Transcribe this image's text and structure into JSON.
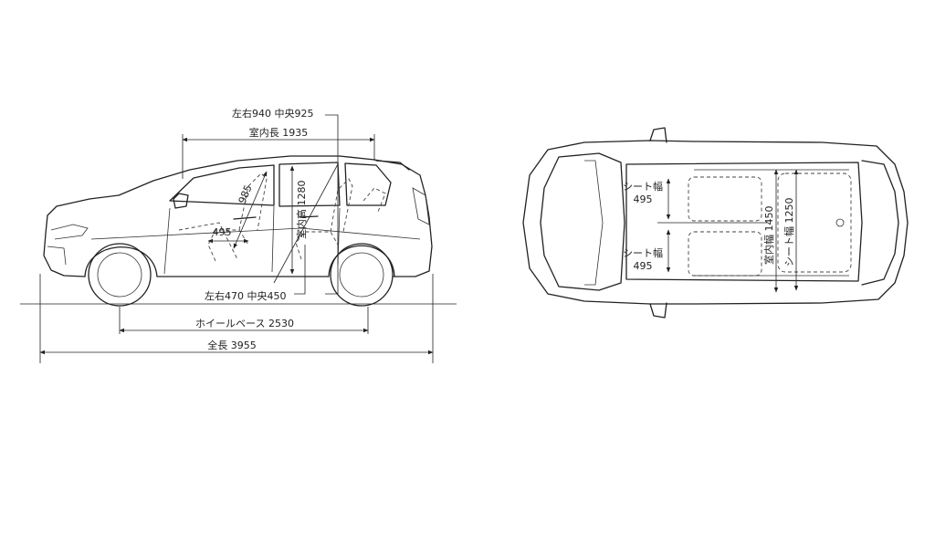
{
  "side_view": {
    "headroom_label": "左右940 中央925",
    "interior_length_label": "室内長 1935",
    "front_headroom": "985",
    "interior_height_label": "室内高 1280",
    "seat_width_side": "495",
    "legroom_label": "左右470 中央450",
    "wheelbase_label": "ホイールベース 2530",
    "overall_length_label": "全長 3955"
  },
  "top_view": {
    "seat_width_1_name": "シート幅",
    "seat_width_1_value": "495",
    "seat_width_2_name": "シート幅",
    "seat_width_2_value": "495",
    "interior_width_label": "室内幅 1450",
    "rear_seat_width_label": "シート幅 1250"
  }
}
